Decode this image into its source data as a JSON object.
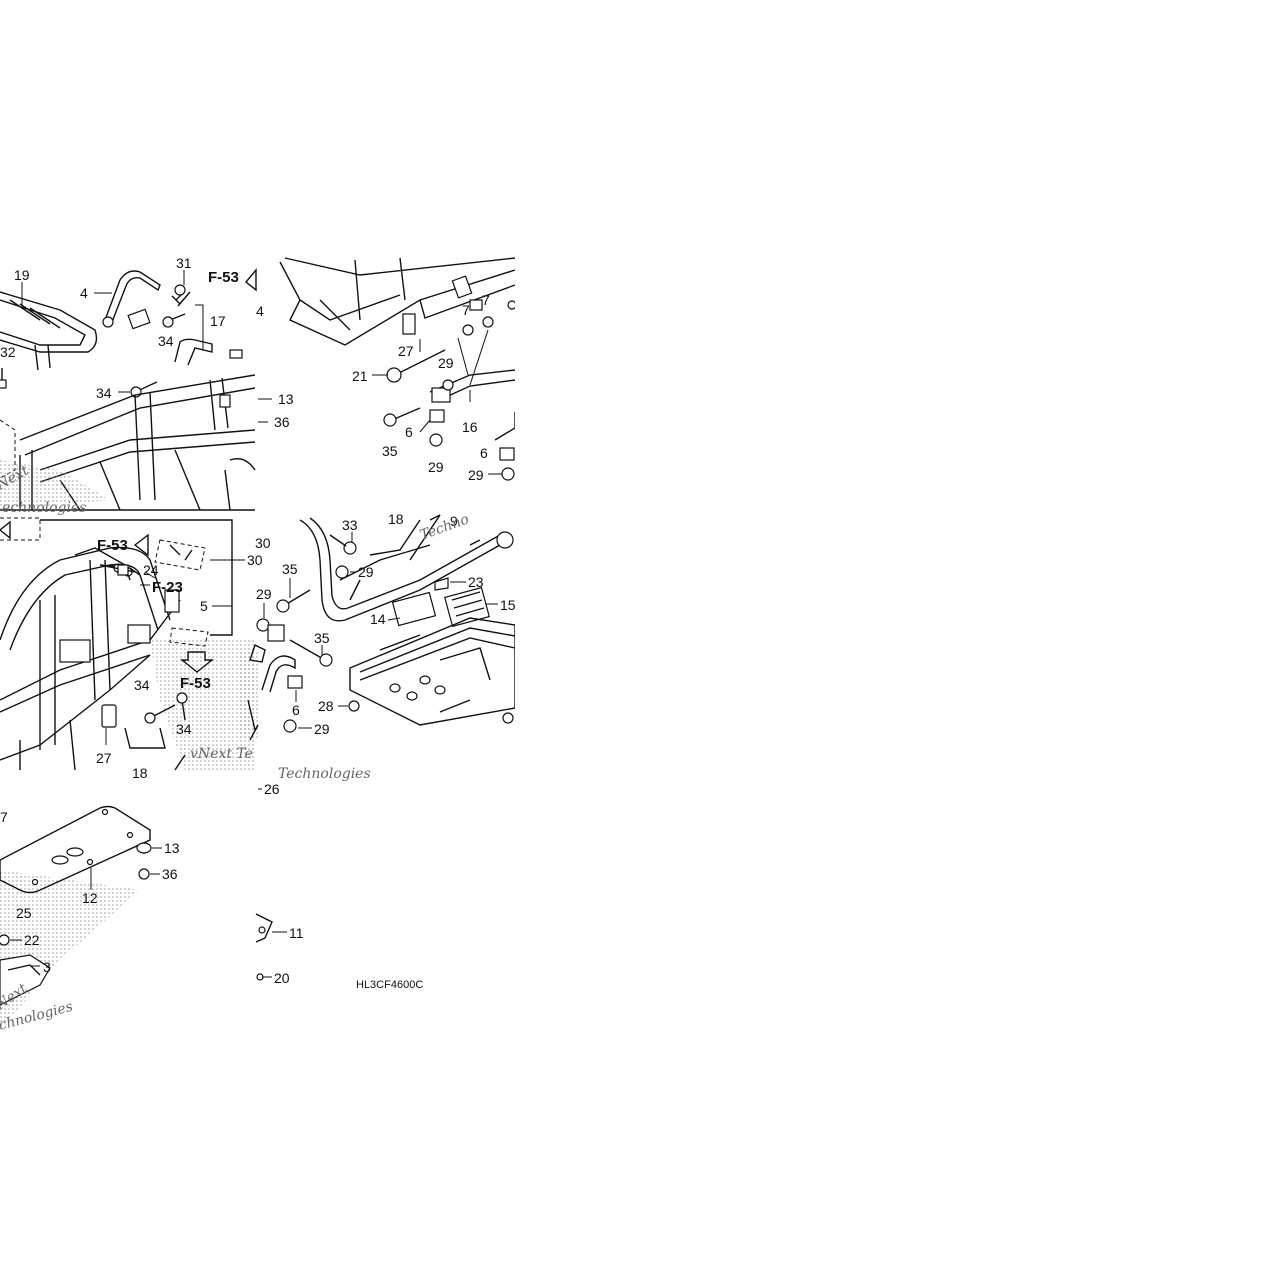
{
  "diagram": {
    "drawing_code": "HL3CF4600C",
    "watermark_texts": [
      "Technologies",
      "vNext Te",
      "Techno",
      "echnologies",
      "Next",
      "chnologies"
    ],
    "reference_labels": [
      "F-53",
      "F-53",
      "F-53",
      "F-23"
    ],
    "callouts": [
      "19",
      "4",
      "31",
      "17",
      "34",
      "32",
      "34",
      "13",
      "36",
      "4",
      "27",
      "7",
      "7",
      "29",
      "21",
      "16",
      "35",
      "6",
      "29",
      "6",
      "29",
      "F",
      "24",
      "5",
      "30",
      "34",
      "34",
      "27",
      "18",
      "30",
      "18",
      "9",
      "33",
      "29",
      "23",
      "35",
      "15",
      "14",
      "29",
      "35",
      "6",
      "28",
      "29",
      "26",
      "7",
      "13",
      "36",
      "12",
      "25",
      "22",
      "3",
      "11",
      "20"
    ]
  }
}
